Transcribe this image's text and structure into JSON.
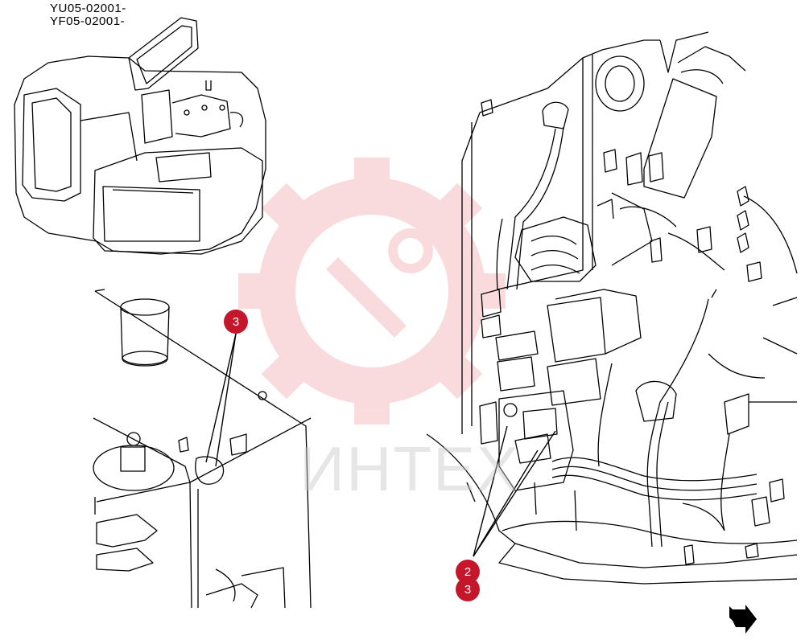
{
  "serial_lines": [
    "YU05-02001-",
    "YF05-02001-"
  ],
  "callouts": {
    "left_3": "3",
    "right_2": "2",
    "right_3": "3"
  },
  "watermark": {
    "text": "ИНТЕХ",
    "gear_color": "#f7b9bd",
    "text_color": "#c8c8c8"
  },
  "colors": {
    "callout_fill": "#c4172c",
    "line_art": "#000000"
  },
  "icons": {
    "next_page": "arrow-right-icon"
  }
}
